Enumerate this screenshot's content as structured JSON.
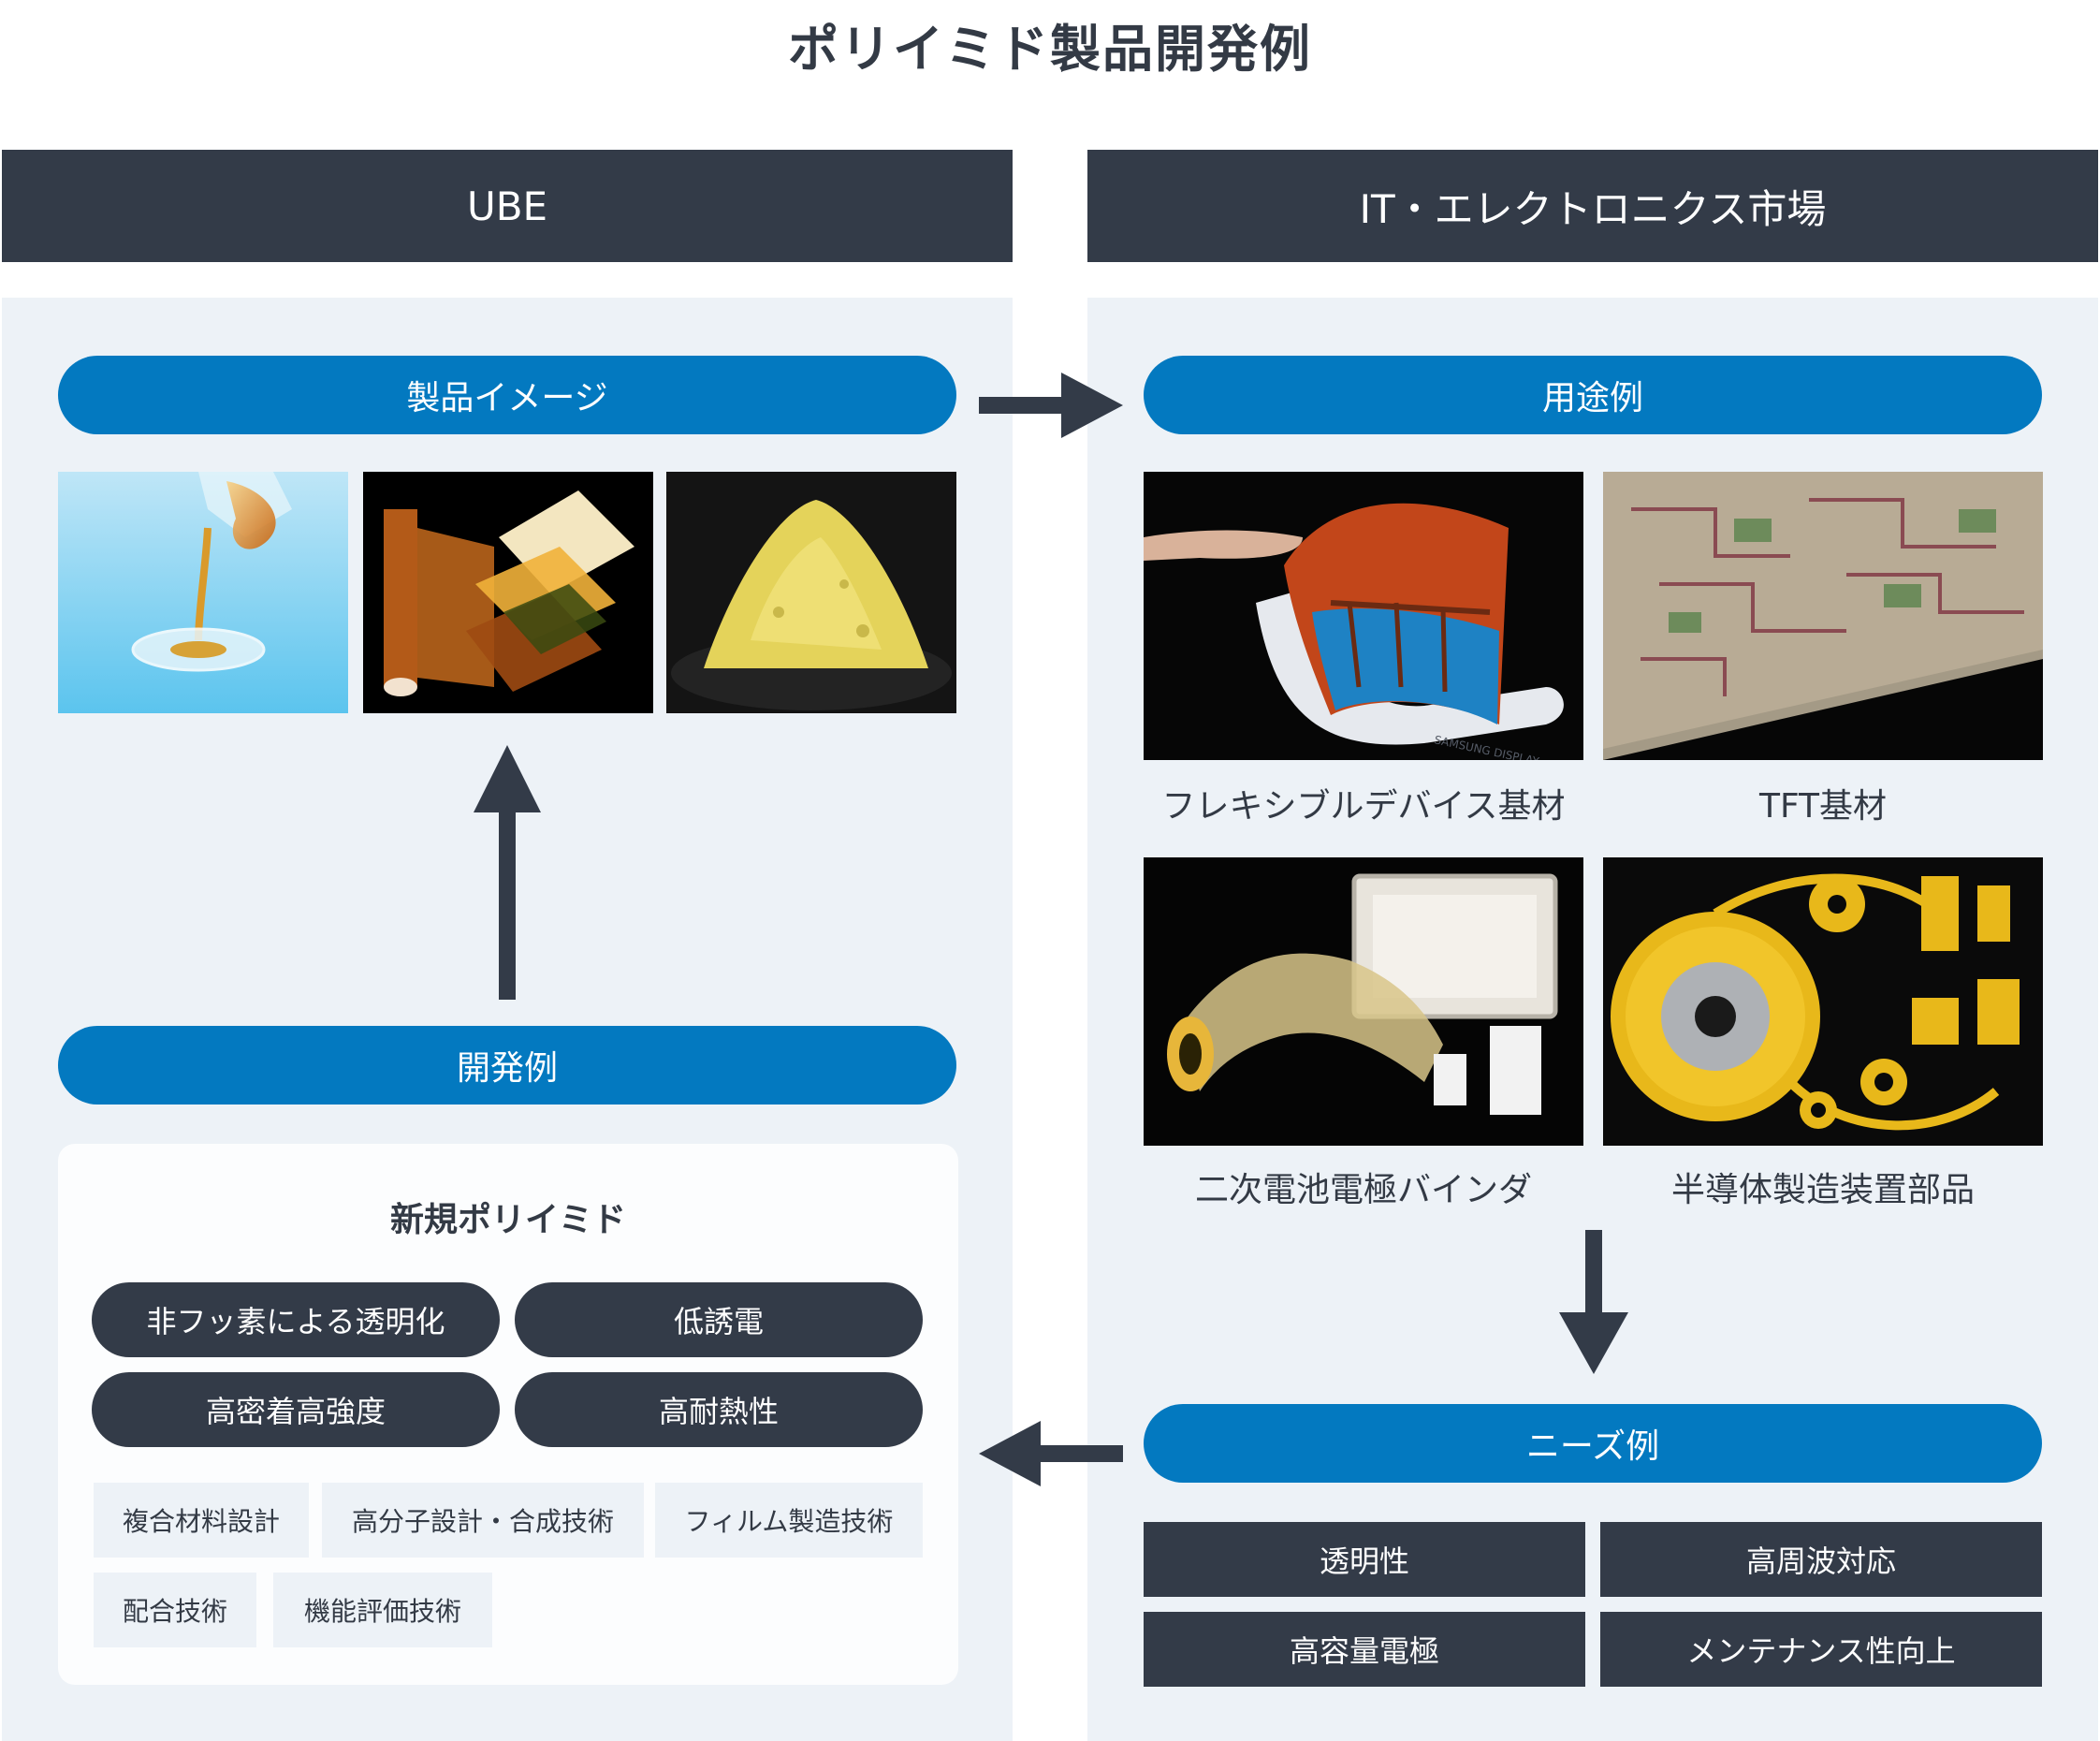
{
  "title": "ポリイミド製品開発例",
  "left_column": {
    "header": "UBE",
    "product_image_label": "製品イメージ",
    "development_label": "開発例",
    "development_card": {
      "title": "新規ポリイミド",
      "features": [
        "非フッ素による透明化",
        "低誘電",
        "高密着高強度",
        "高耐熱性"
      ],
      "technologies": [
        "複合材料設計",
        "高分子設計・合成技術",
        "フィルム製造技術",
        "配合技術",
        "機能評価技術"
      ]
    },
    "product_images": [
      "liquid-pour-image",
      "film-sheets-image",
      "powder-image"
    ]
  },
  "right_column": {
    "header": "IT・エレクトロニクス市場",
    "applications_label": "用途例",
    "applications": [
      {
        "caption": "フレキシブルデバイス基材",
        "image": "flexible-display-image"
      },
      {
        "caption": "TFT基材",
        "image": "circuit-board-image"
      },
      {
        "caption": "二次電池電極バインダ",
        "image": "battery-image"
      },
      {
        "caption": "半導体製造装置部品",
        "image": "gear-parts-image"
      }
    ],
    "needs_label": "ニーズ例",
    "needs": [
      "透明性",
      "高周波対応",
      "高容量電極",
      "メンテナンス性向上"
    ],
    "photo_imprint": "SAMSUNG DISPLAY"
  },
  "colors": {
    "dark": "#333b48",
    "accent_blue": "#0379c0",
    "panel_bg": "#edf2f7",
    "text": "#333a45"
  }
}
